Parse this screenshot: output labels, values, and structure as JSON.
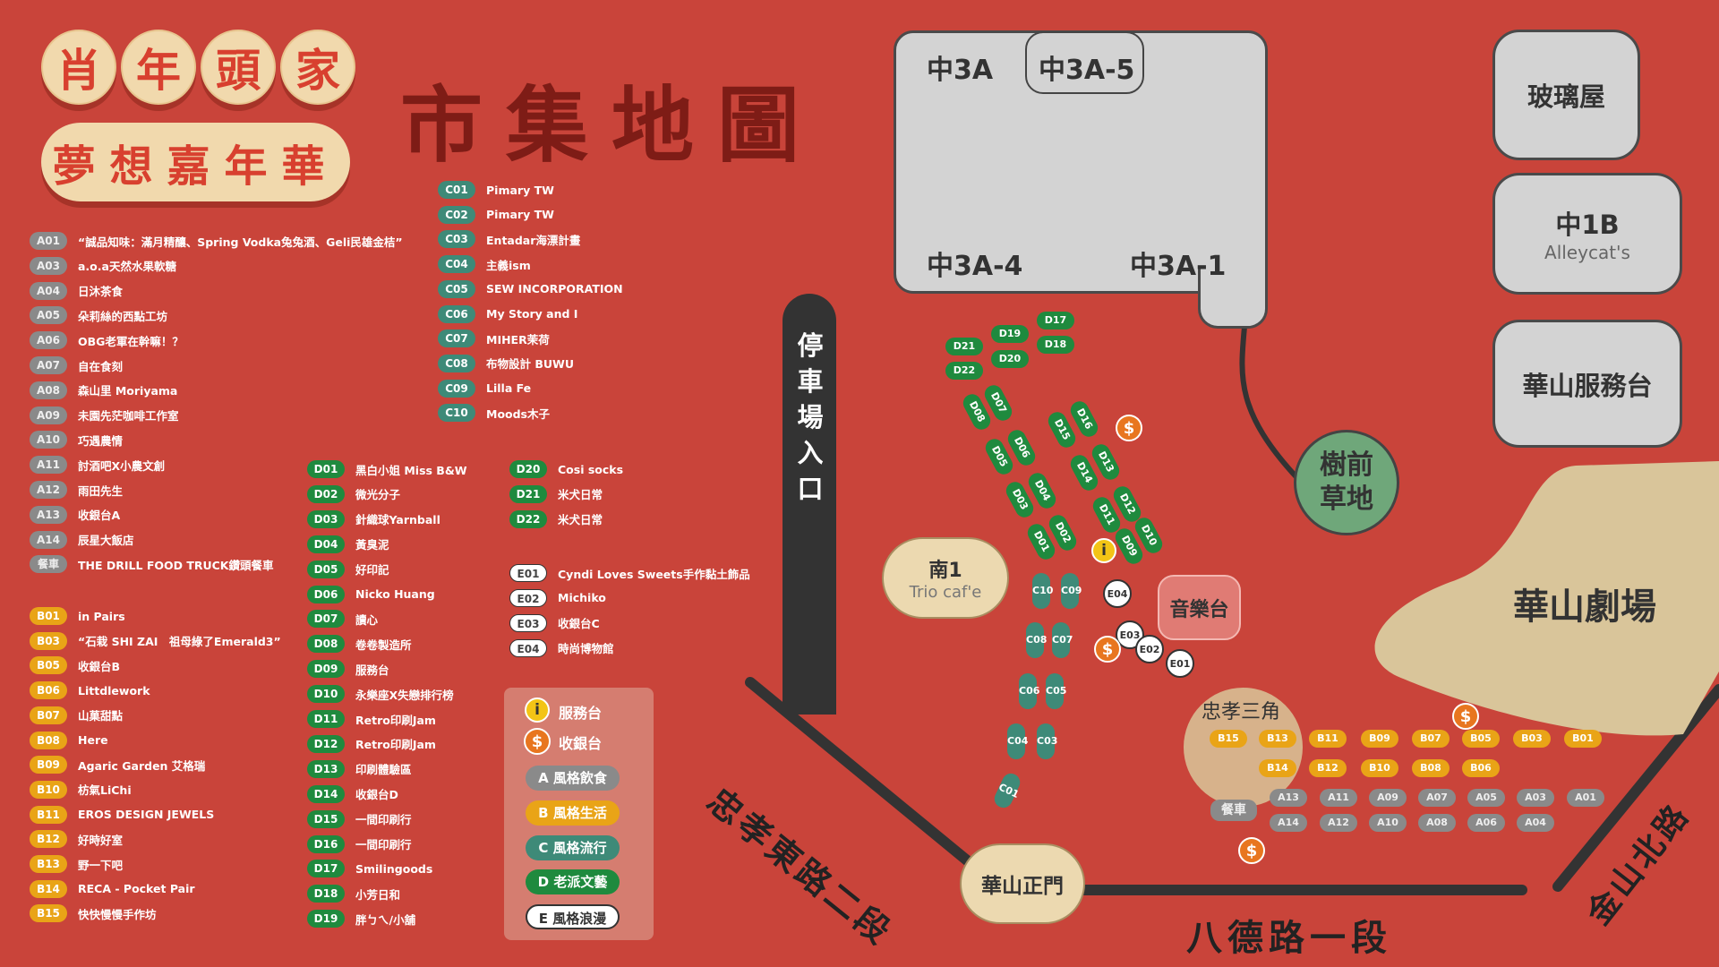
{
  "header": {
    "bubbles": [
      "肖",
      "年",
      "頭",
      "家"
    ],
    "subtitle": "夢想嘉年華",
    "title": "市集地圖"
  },
  "list_a": [
    {
      "code": "A01",
      "name": "“誠品知味：滿月精釀、Spring Vodka兔兔酒、Geli民雄金桔”"
    },
    {
      "code": "A03",
      "name": "a.o.a天然水果軟糖"
    },
    {
      "code": "A04",
      "name": "日沐茶食"
    },
    {
      "code": "A05",
      "name": "朵莉絲的西點工坊"
    },
    {
      "code": "A06",
      "name": "OBG老軍在幹嘛！？"
    },
    {
      "code": "A07",
      "name": "自在食刻"
    },
    {
      "code": "A08",
      "name": "森山里 Moriyama"
    },
    {
      "code": "A09",
      "name": "未園先茫咖啡工作室"
    },
    {
      "code": "A10",
      "name": "巧遇農情"
    },
    {
      "code": "A11",
      "name": "討酒吧X小農文創"
    },
    {
      "code": "A12",
      "name": "雨田先生"
    },
    {
      "code": "A13",
      "name": "收銀台A"
    },
    {
      "code": "A14",
      "name": "辰星大飯店"
    },
    {
      "code": "餐車",
      "name": "THE DRILL FOOD TRUCK鑽頭餐車"
    }
  ],
  "list_b": [
    {
      "code": "B01",
      "name": "in Pairs"
    },
    {
      "code": "B03",
      "name": "“石栽 SHI ZAI　祖母綠了Emerald3”"
    },
    {
      "code": "B05",
      "name": "收銀台B"
    },
    {
      "code": "B06",
      "name": "Littdlework"
    },
    {
      "code": "B07",
      "name": "山菓甜點"
    },
    {
      "code": "B08",
      "name": "Here"
    },
    {
      "code": "B09",
      "name": "Agaric Garden 艾格瑞"
    },
    {
      "code": "B10",
      "name": "枋氣LiChi"
    },
    {
      "code": "B11",
      "name": "EROS DESIGN JEWELS"
    },
    {
      "code": "B12",
      "name": "好時好室"
    },
    {
      "code": "B13",
      "name": "野一下吧"
    },
    {
      "code": "B14",
      "name": "RECA - Pocket Pair"
    },
    {
      "code": "B15",
      "name": "快快慢慢手作坊"
    }
  ],
  "list_c": [
    {
      "code": "C01",
      "name": "Pimary TW"
    },
    {
      "code": "C02",
      "name": "Pimary TW"
    },
    {
      "code": "C03",
      "name": "Entadar海漂計畫"
    },
    {
      "code": "C04",
      "name": "主義ism"
    },
    {
      "code": "C05",
      "name": "SEW INCORPORATION"
    },
    {
      "code": "C06",
      "name": "My Story and I"
    },
    {
      "code": "C07",
      "name": "MIHER茉荷"
    },
    {
      "code": "C08",
      "name": "布物設計 BUWU"
    },
    {
      "code": "C09",
      "name": "Lilla Fe"
    },
    {
      "code": "C10",
      "name": "Moods木子"
    }
  ],
  "list_d1": [
    {
      "code": "D01",
      "name": "黑白小姐 Miss B&W"
    },
    {
      "code": "D02",
      "name": "微光分子"
    },
    {
      "code": "D03",
      "name": "針織球Yarnball"
    },
    {
      "code": "D04",
      "name": "黃臭泥"
    },
    {
      "code": "D05",
      "name": "好印記"
    },
    {
      "code": "D06",
      "name": "Nicko Huang"
    },
    {
      "code": "D07",
      "name": "讀心"
    },
    {
      "code": "D08",
      "name": "卷卷製造所"
    },
    {
      "code": "D09",
      "name": "服務台"
    },
    {
      "code": "D10",
      "name": "永樂座X失戀排行榜"
    },
    {
      "code": "D11",
      "name": "Retro印刷Jam"
    },
    {
      "code": "D12",
      "name": "Retro印刷Jam"
    },
    {
      "code": "D13",
      "name": "印刷體驗區"
    },
    {
      "code": "D14",
      "name": "收銀台D"
    },
    {
      "code": "D15",
      "name": "一間印刷行"
    },
    {
      "code": "D16",
      "name": "一間印刷行"
    },
    {
      "code": "D17",
      "name": "Smilingoods"
    },
    {
      "code": "D18",
      "name": "小芳日和"
    },
    {
      "code": "D19",
      "name": "胖ㄅㄟ∕小舖"
    }
  ],
  "list_d2": [
    {
      "code": "D20",
      "name": "Cosi socks"
    },
    {
      "code": "D21",
      "name": "米犬日常"
    },
    {
      "code": "D22",
      "name": "米犬日常"
    }
  ],
  "list_e": [
    {
      "code": "E01",
      "name": "Cyndi Loves Sweets手作黏土飾品"
    },
    {
      "code": "E02",
      "name": "Michiko"
    },
    {
      "code": "E03",
      "name": "收銀台C"
    },
    {
      "code": "E04",
      "name": "時尚博物館"
    }
  ],
  "legend": {
    "service": "服務台",
    "cashier": "收銀台",
    "info_glyph": "i",
    "dollar_glyph": "$",
    "styles": [
      "A 風格飲食",
      "B 風格生活",
      "C 風格流行",
      "D 老派文藝",
      "E 風格浪漫"
    ]
  },
  "map": {
    "buildings": {
      "zhong3a": "中3A",
      "zhong3a5": "中3A-5",
      "zhong3a4": "中3A-4",
      "zhong3a1": "中3A-1",
      "glass": "玻璃屋",
      "zhong1b": "中1B",
      "zhong1b_sub": "Alleycat's",
      "service_desk": "華山服務台",
      "tree_lawn_1": "樹前",
      "tree_lawn_2": "草地",
      "theater": "華山劇場",
      "south1": "南1",
      "south1_sub": "Trio caf'e",
      "music_stage": "音樂台",
      "triangle": "忠孝三角",
      "main_gate": "華山正門",
      "food_truck": "餐車"
    },
    "roads": {
      "parking": [
        "停",
        "車",
        "場",
        "入",
        "口"
      ],
      "zhongxiao_east": "忠孝東路二段",
      "bade": "八德路一段",
      "jinshan_north": "金山北路"
    },
    "b_row1": [
      "B15",
      "B13",
      "B11",
      "B09",
      "B07",
      "B05",
      "B03",
      "B01"
    ],
    "b_row2": [
      "B14",
      "B12",
      "B10",
      "B08",
      "B06"
    ],
    "a_row1": [
      "A13",
      "A11",
      "A09",
      "A07",
      "A05",
      "A03",
      "A01"
    ],
    "a_row2": [
      "A14",
      "A12",
      "A10",
      "A08",
      "A06",
      "A04"
    ],
    "c_left": [
      "C10",
      "C08",
      "C06",
      "C04",
      "C01"
    ],
    "c_right": [
      "C09",
      "C07",
      "C05",
      "C03"
    ],
    "d_top": [
      "D21",
      "D19",
      "D17",
      "D20",
      "D18",
      "D22"
    ],
    "d_diag1": [
      "D08",
      "D07",
      "D05",
      "D06",
      "D03",
      "D04",
      "D01",
      "D02"
    ],
    "d_diag2": [
      "D15",
      "D16",
      "D14",
      "D13",
      "D11",
      "D12",
      "D09",
      "D10"
    ],
    "e_booths": [
      "E04",
      "E03",
      "E02",
      "E01"
    ]
  },
  "colors": {
    "background": "#c9443a",
    "cream": "#f1d9ad",
    "a_style": "#8a8a8a",
    "b_style": "#e9a417",
    "c_style": "#3e8a78",
    "d_style": "#1f8a3e",
    "e_style": "#ffffff",
    "theater": "#d9c59a",
    "tree": "#6fa77a",
    "music": "#e07b74"
  }
}
